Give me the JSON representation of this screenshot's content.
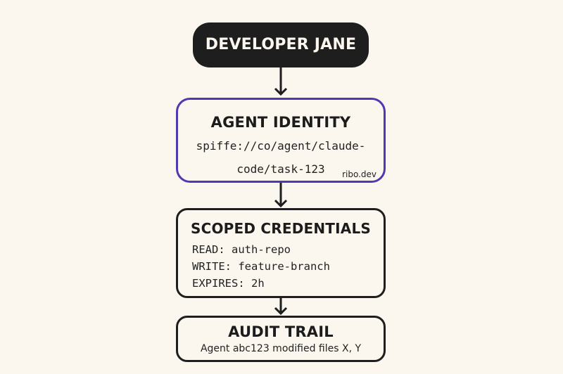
{
  "diagram": {
    "background": "#fbf7ef",
    "accent_color": "#4e3ab0",
    "nodes": [
      {
        "id": "developer",
        "title": "DEVELOPER JANE",
        "fill": "#1e1e1e",
        "text_color": "#fbf7ef"
      },
      {
        "id": "agent-identity",
        "title": "AGENT IDENTITY",
        "line1": "spiffe://co/agent/claude-",
        "line2": "code/task-123",
        "watermark": "ribo.dev",
        "border_color": "#4e3ab0"
      },
      {
        "id": "scoped-credentials",
        "title": "SCOPED CREDENTIALS",
        "lines": [
          "READ: auth-repo",
          "WRITE: feature-branch",
          "EXPIRES: 2h"
        ],
        "border_color": "#1e1e1e"
      },
      {
        "id": "audit-trail",
        "title": "AUDIT TRAIL",
        "subtitle": "Agent abc123 modified files X, Y",
        "border_color": "#1e1e1e"
      }
    ],
    "edges": [
      {
        "from": "developer",
        "to": "agent-identity"
      },
      {
        "from": "agent-identity",
        "to": "scoped-credentials"
      },
      {
        "from": "scoped-credentials",
        "to": "audit-trail"
      }
    ]
  }
}
